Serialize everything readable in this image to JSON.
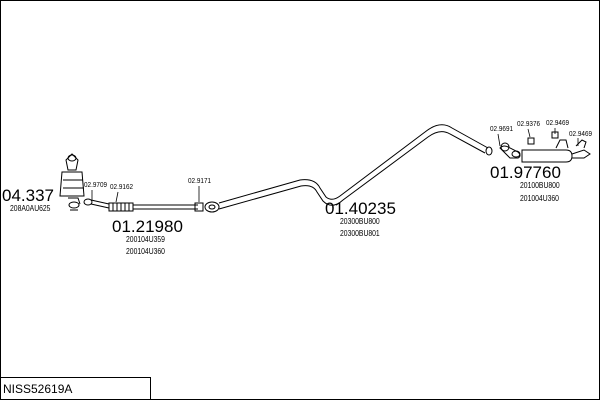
{
  "assembly_code": "NISS52619A",
  "parts": {
    "catalyst": {
      "number": "04.337",
      "oe": [
        "208A0AU625"
      ]
    },
    "front_pipe": {
      "number": "01.21980",
      "oe": [
        "200104U359",
        "200104U360"
      ]
    },
    "center_pipe": {
      "number": "01.40235",
      "oe": [
        "20300BU800",
        "20300BU801"
      ]
    },
    "rear_silencer": {
      "number": "01.97760",
      "oe": [
        "20100BU800",
        "201004U360"
      ]
    }
  },
  "fittings": {
    "f1": "02.9709",
    "f2": "02.9162",
    "f3": "02.9171",
    "f4": "02.9691",
    "f5": "02.9376",
    "f6": "02.9469",
    "f7": "02.9469"
  }
}
